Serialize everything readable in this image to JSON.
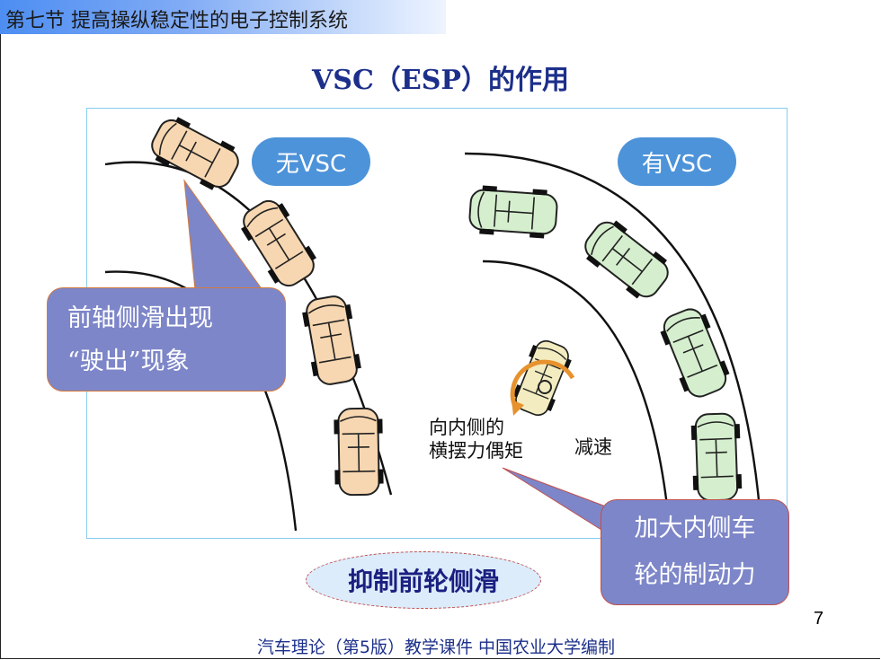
{
  "header": {
    "section_title": "第七节  提高操纵稳定性的电子控制系统"
  },
  "slide": {
    "title": "VSC（ESP）的作用"
  },
  "figure": {
    "badge_without": "无VSC",
    "badge_with": "有VSC",
    "label_moment_line1": "向内侧的",
    "label_moment_line2": "横摆力偶矩",
    "label_decel": "减速",
    "colors": {
      "car_without": "#f7d7b1",
      "car_with": "#d5efce",
      "badge": "#4d93d9",
      "arrow": "#e7922e"
    }
  },
  "callouts": {
    "left_line1": "前轴侧滑出现",
    "left_line2": "“驶出”现象",
    "right_line1": "加大内侧车",
    "right_line2": "轮的制动力"
  },
  "highlight": "抑制前轮侧滑",
  "page_number": "7",
  "footer": "汽车理论（第5版）教学课件    中国农业大学编制"
}
